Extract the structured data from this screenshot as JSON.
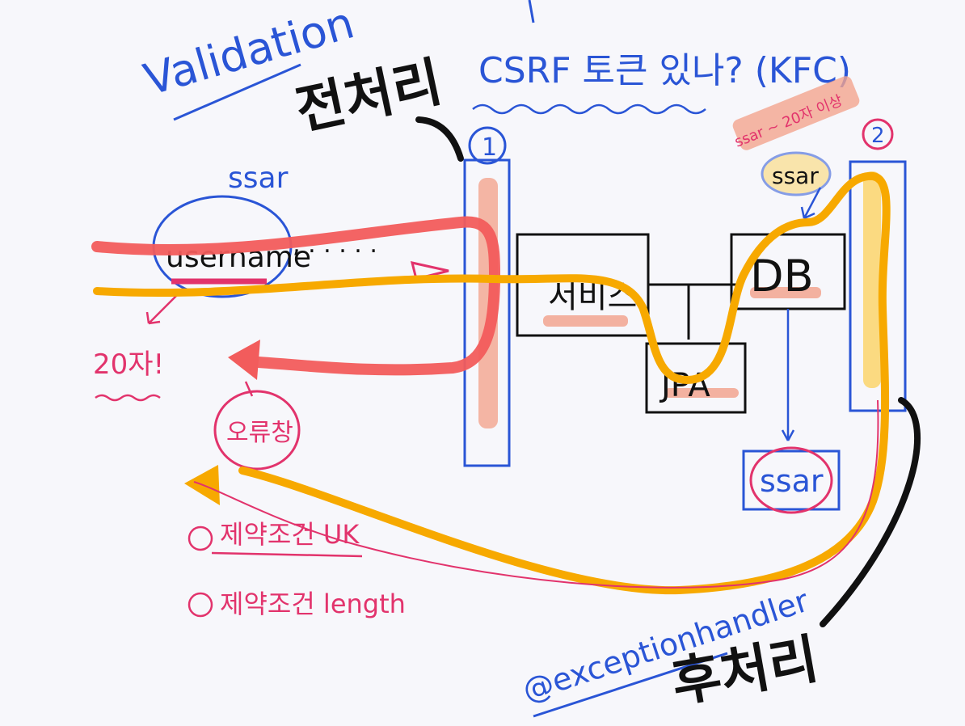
{
  "title_validation": "Validation",
  "title_question": "CSRF 토큰 있나? (KFC)",
  "preprocess_label": "전처리",
  "postprocess_label": "후처리",
  "marker_1": "1",
  "marker_2": "2",
  "client_user": "ssar",
  "field_username": "username",
  "field_ellipsis": ", . . . . .",
  "limit_note": "20자!",
  "error_bubble": "오류창",
  "service_label": "서비스",
  "jpa_label": "JPA",
  "db_label": "DB",
  "db_check_note": "ssar ~ 20자 이상",
  "ssar_tag": "ssar",
  "db_result": "ssar",
  "constraint_1_num": "①",
  "constraint_1_text": "제약조건 UK",
  "constraint_2_num": "②",
  "constraint_2_text": "제약조건 length",
  "exception_handler": "@exceptionhandler",
  "colors": {
    "blue_ink": "#2a55d6",
    "pink_ink": "#e2336c",
    "red_marker": "#f25c5c",
    "orange_marker": "#f7a900",
    "black_ink": "#111111",
    "salmon_highlight": "#f2a48f",
    "yellow_highlight": "#fbd56b"
  }
}
